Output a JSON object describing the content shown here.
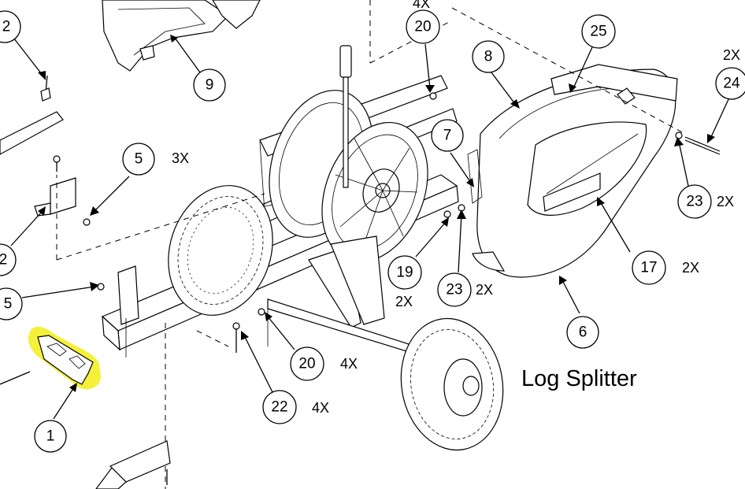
{
  "diagram": {
    "title": "Log Splitter",
    "highlight_color": "#f5f03a",
    "callouts": [
      {
        "id": "c-2a",
        "label": "2"
      },
      {
        "id": "c-9",
        "label": "9"
      },
      {
        "id": "c-20a",
        "label": "20"
      },
      {
        "id": "c-25",
        "label": "25"
      },
      {
        "id": "c-8",
        "label": "8"
      },
      {
        "id": "c-24",
        "label": "24"
      },
      {
        "id": "c-5a",
        "label": "5"
      },
      {
        "id": "c-7",
        "label": "7"
      },
      {
        "id": "c-23a",
        "label": "23"
      },
      {
        "id": "c-2b",
        "label": "2"
      },
      {
        "id": "c-19",
        "label": "19"
      },
      {
        "id": "c-23b",
        "label": "23"
      },
      {
        "id": "c-17",
        "label": "17"
      },
      {
        "id": "c-5b",
        "label": "5"
      },
      {
        "id": "c-6",
        "label": "6"
      },
      {
        "id": "c-20b",
        "label": "20"
      },
      {
        "id": "c-22",
        "label": "22"
      },
      {
        "id": "c-1",
        "label": "1"
      }
    ],
    "quantities": [
      {
        "id": "q-4x-top",
        "label": "4X"
      },
      {
        "id": "q-2x-24",
        "label": "2X"
      },
      {
        "id": "q-3x",
        "label": "3X"
      },
      {
        "id": "q-2x-23",
        "label": "2X"
      },
      {
        "id": "q-2x-17",
        "label": "2X"
      },
      {
        "id": "q-2x-19",
        "label": "2X"
      },
      {
        "id": "q-2x-23b",
        "label": "2X"
      },
      {
        "id": "q-4x-20",
        "label": "4X"
      },
      {
        "id": "q-4x-22",
        "label": "4X"
      }
    ]
  }
}
